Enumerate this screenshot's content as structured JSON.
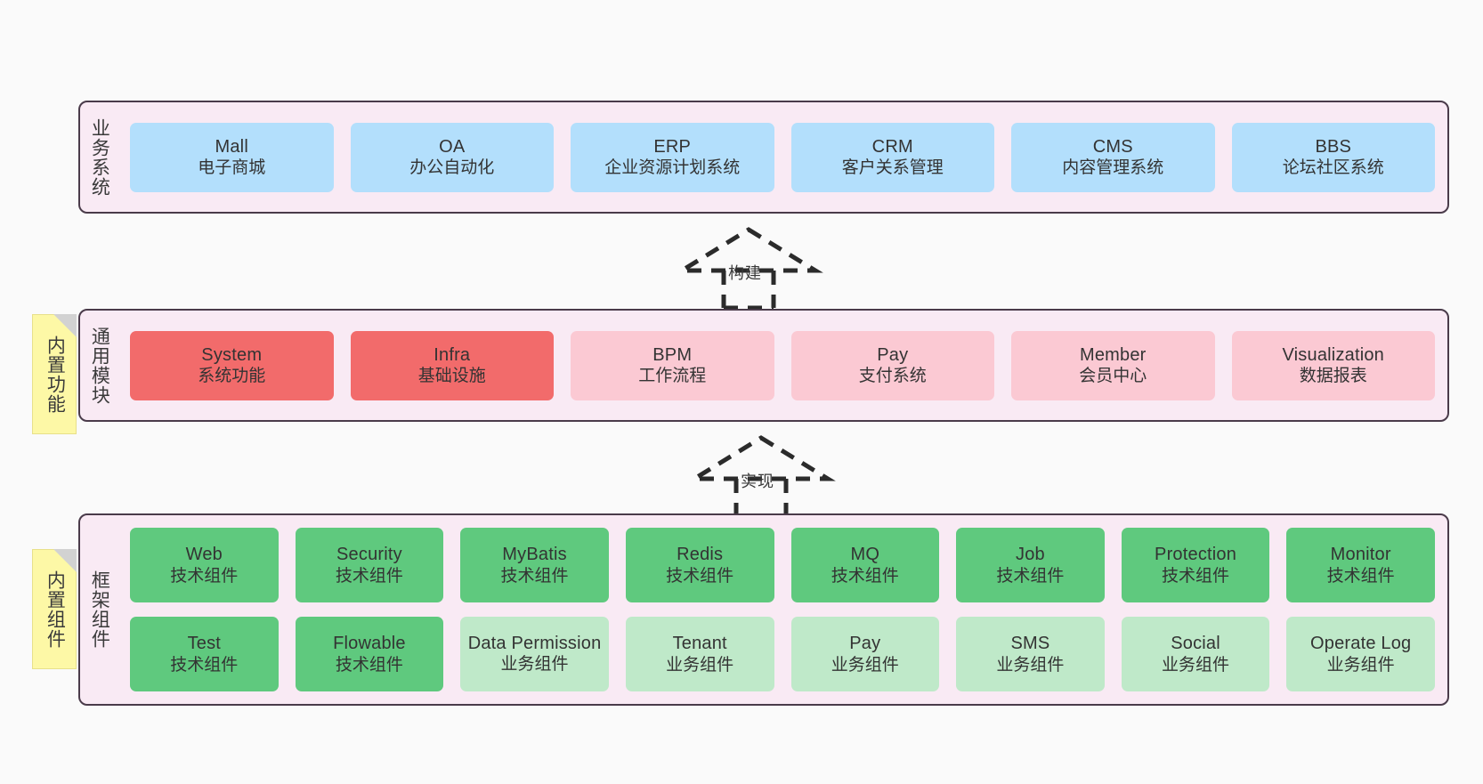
{
  "diagram": {
    "background_color": "#fafafa",
    "layer_fill": "#f9eaf4",
    "layer_border": "#4a3b4a",
    "note_color": "#fdf8a6",
    "colors": {
      "blue": "#b3dffc",
      "red": "#f26b6b",
      "pink": "#fbc9d3",
      "green": "#5fc97e",
      "light_green": "#bfe9c9"
    }
  },
  "layers": {
    "business": {
      "title": "业务系统",
      "cards": [
        {
          "en": "Mall",
          "cn": "电子商城"
        },
        {
          "en": "OA",
          "cn": "办公自动化"
        },
        {
          "en": "ERP",
          "cn": "企业资源计划系统"
        },
        {
          "en": "CRM",
          "cn": "客户关系管理"
        },
        {
          "en": "CMS",
          "cn": "内容管理系统"
        },
        {
          "en": "BBS",
          "cn": "论坛社区系统"
        }
      ]
    },
    "common": {
      "title": "通用模块",
      "note": "内置功能",
      "cards": [
        {
          "en": "System",
          "cn": "系统功能"
        },
        {
          "en": "Infra",
          "cn": "基础设施"
        },
        {
          "en": "BPM",
          "cn": "工作流程"
        },
        {
          "en": "Pay",
          "cn": "支付系统"
        },
        {
          "en": "Member",
          "cn": "会员中心"
        },
        {
          "en": "Visualization",
          "cn": "数据报表"
        }
      ]
    },
    "framework": {
      "title": "框架组件",
      "note": "内置组件",
      "row1": [
        {
          "en": "Web",
          "cn": "技术组件"
        },
        {
          "en": "Security",
          "cn": "技术组件"
        },
        {
          "en": "MyBatis",
          "cn": "技术组件"
        },
        {
          "en": "Redis",
          "cn": "技术组件"
        },
        {
          "en": "MQ",
          "cn": "技术组件"
        },
        {
          "en": "Job",
          "cn": "技术组件"
        },
        {
          "en": "Protection",
          "cn": "技术组件"
        },
        {
          "en": "Monitor",
          "cn": "技术组件"
        }
      ],
      "row2": [
        {
          "en": "Test",
          "cn": "技术组件"
        },
        {
          "en": "Flowable",
          "cn": "技术组件"
        },
        {
          "en": "Data Permission",
          "cn": "业务组件"
        },
        {
          "en": "Tenant",
          "cn": "业务组件"
        },
        {
          "en": "Pay",
          "cn": "业务组件"
        },
        {
          "en": "SMS",
          "cn": "业务组件"
        },
        {
          "en": "Social",
          "cn": "业务组件"
        },
        {
          "en": "Operate Log",
          "cn": "业务组件"
        }
      ]
    }
  },
  "arrows": {
    "build": {
      "label": "构建"
    },
    "implement": {
      "label": "实现"
    }
  }
}
